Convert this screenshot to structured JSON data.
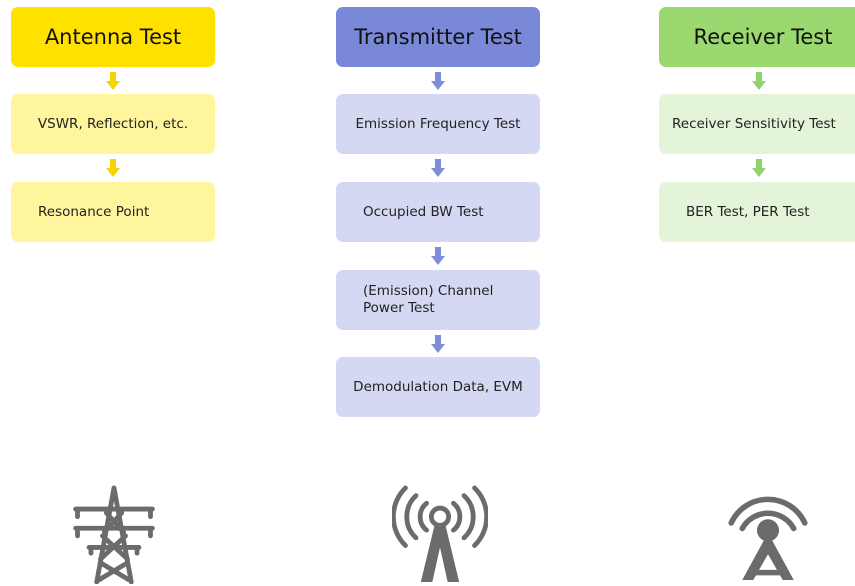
{
  "columns": [
    {
      "title": "Antenna Test",
      "header_color": "#FFE100",
      "box_color": "#FFF59D",
      "arrow_color": "#F5D400",
      "steps": [
        "VSWR, Reflection, etc.",
        "Resonance Point"
      ],
      "icon": "transmission-tower-icon"
    },
    {
      "title": "Transmitter Test",
      "header_color": "#7A88D8",
      "box_color": "#D4D8F2",
      "arrow_color": "#7F8CD8",
      "steps": [
        "Emission Frequency Test",
        "Occupied BW Test",
        "(Emission) Channel Power Test",
        "Demodulation Data, EVM"
      ],
      "icon": "broadcast-antenna-icon"
    },
    {
      "title": "Receiver Test",
      "header_color": "#9BD870",
      "box_color": "#E3F4D8",
      "arrow_color": "#8FD46A",
      "steps": [
        "Receiver Sensitivity Test",
        "BER Test, PER Test"
      ],
      "icon": "receiver-antenna-icon"
    }
  ]
}
